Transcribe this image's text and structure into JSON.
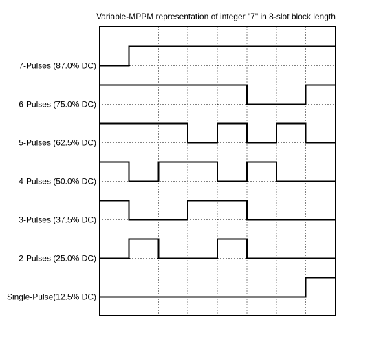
{
  "chart_data": {
    "type": "line",
    "title": "Variable-MPPM representation of integer \"7\" in 8-slot block length",
    "xlabel": "",
    "ylabel": "",
    "xlim": [
      0,
      8
    ],
    "slots": 8,
    "grid": true,
    "x_tick_labels": [],
    "series": [
      {
        "name": "7-Pulses (87.0% DC)",
        "values": [
          0,
          1,
          1,
          1,
          1,
          1,
          1,
          1
        ]
      },
      {
        "name": "6-Pulses (75.0% DC)",
        "values": [
          1,
          1,
          1,
          1,
          1,
          0,
          0,
          1
        ]
      },
      {
        "name": "5-Pulses (62.5% DC)",
        "values": [
          1,
          1,
          1,
          0,
          1,
          0,
          1,
          0
        ]
      },
      {
        "name": "4-Pulses (50.0% DC)",
        "values": [
          1,
          0,
          1,
          1,
          0,
          1,
          0,
          0
        ]
      },
      {
        "name": "3-Pulses (37.5% DC)",
        "values": [
          1,
          0,
          0,
          1,
          1,
          0,
          0,
          0
        ]
      },
      {
        "name": "2-Pulses (25.0% DC)",
        "values": [
          0,
          1,
          0,
          0,
          1,
          0,
          0,
          0
        ]
      },
      {
        "name": "Single-Pulse(12.5% DC)",
        "values": [
          0,
          0,
          0,
          0,
          0,
          0,
          0,
          1
        ]
      }
    ]
  }
}
